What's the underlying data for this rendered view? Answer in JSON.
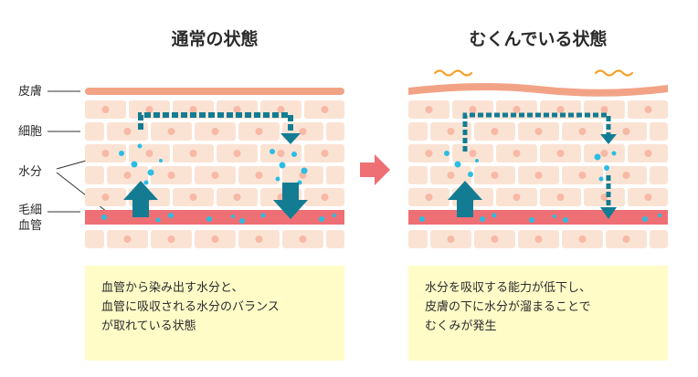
{
  "colors": {
    "skin": "#f2a386",
    "cell": "#fbe3d4",
    "nucleus": "#f7b9a6",
    "blood": "#ee6f74",
    "water": "#2bbde3",
    "arrow": "#137c93",
    "caption_bg": "#fffcc8",
    "middle_arrow": "#ee6f74"
  },
  "labels": {
    "skin": "皮膚",
    "cell": "細胞",
    "water": "水分",
    "capillary_line1": "毛細",
    "capillary_line2": "血管"
  },
  "panels": [
    {
      "title": "通常の状態",
      "caption": [
        "血管から染み出す水分と、",
        "血管に吸収される水分のバランス",
        "が取れている状態"
      ]
    },
    {
      "title": "むくんでいる状態",
      "caption": [
        "水分を吸収する能力が低下し、",
        "皮膚の下に水分が溜まることで",
        "むくみが発生"
      ]
    }
  ]
}
